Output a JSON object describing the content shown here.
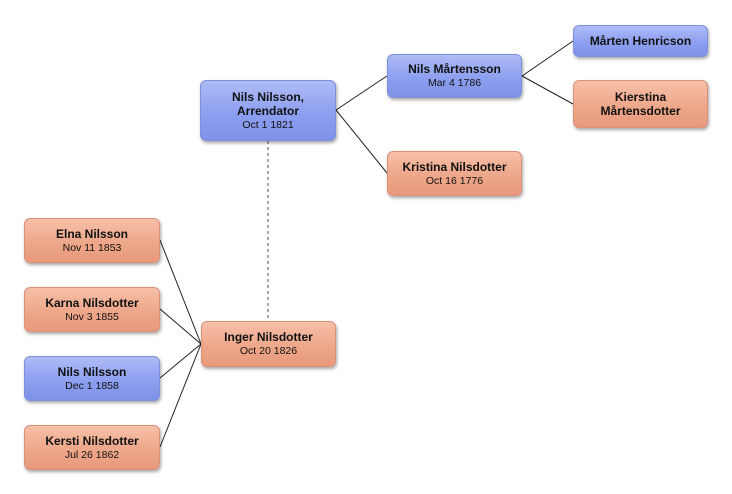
{
  "people": {
    "nils_nilsson_arrendator": {
      "name": "Nils Nilsson,\nArrendator",
      "date": "Oct 1 1821",
      "sex": "male"
    },
    "nils_martensson": {
      "name": "Nils Mårtensson",
      "date": "Mar 4 1786",
      "sex": "male"
    },
    "marten_henricson": {
      "name": "Mårten Henricson",
      "date": "",
      "sex": "male"
    },
    "kierstina_martensdotter": {
      "name": "Kierstina\nMårtensdotter",
      "date": "",
      "sex": "female"
    },
    "kristina_nilsdotter": {
      "name": "Kristina Nilsdotter",
      "date": "Oct 16 1776",
      "sex": "female"
    },
    "inger_nilsdotter": {
      "name": "Inger Nilsdotter",
      "date": "Oct 20 1826",
      "sex": "female"
    },
    "elna_nilsson": {
      "name": "Elna Nilsson",
      "date": "Nov 11 1853",
      "sex": "female"
    },
    "karna_nilsdotter": {
      "name": "Karna Nilsdotter",
      "date": "Nov 3 1855",
      "sex": "female"
    },
    "nils_nilsson": {
      "name": "Nils Nilsson",
      "date": "Dec 1 1858",
      "sex": "male"
    },
    "kersti_nilsdotter": {
      "name": "Kersti Nilsdotter",
      "date": "Jul 26 1862",
      "sex": "female"
    }
  },
  "relations": {
    "spouses": [
      [
        "nils_nilsson_arrendator",
        "inger_nilsdotter"
      ]
    ],
    "parent_of": [
      [
        "nils_martensson",
        "nils_nilsson_arrendator"
      ],
      [
        "kristina_nilsdotter",
        "nils_nilsson_arrendator"
      ],
      [
        "marten_henricson",
        "nils_martensson"
      ],
      [
        "kierstina_martensdotter",
        "nils_martensson"
      ],
      [
        "inger_nilsdotter",
        "elna_nilsson"
      ],
      [
        "inger_nilsdotter",
        "karna_nilsdotter"
      ],
      [
        "inger_nilsdotter",
        "nils_nilsson"
      ],
      [
        "inger_nilsdotter",
        "kersti_nilsdotter"
      ]
    ]
  },
  "colors": {
    "male": "#8d9ff0",
    "female": "#eea78a",
    "line": "#222222",
    "spouse_line": "#888888"
  }
}
